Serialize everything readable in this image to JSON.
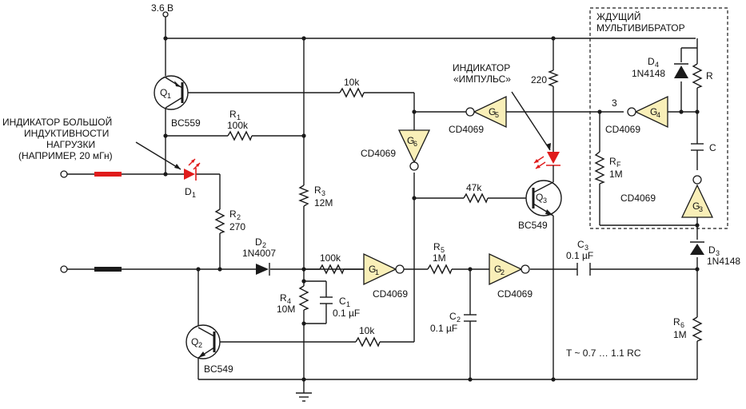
{
  "colors": {
    "wire": "#1a1a1a",
    "gate_fill": "#f9efb8",
    "led": "#e01b1b"
  },
  "supply": "3.6 В",
  "titles": {
    "monostable": [
      "ЖДУЩИЙ",
      "МУЛЬТИВИБРАТОР"
    ],
    "pulse_indicator": [
      "ИНДИКАТОР",
      "«ИМПУЛЬС»"
    ],
    "load_indicator": [
      "ИНДИКАТОР БОЛЬШОЙ",
      "ИНДУКТИВНОСТИ",
      "НАГРУЗКИ",
      "(НАПРИМЕР, 20 мГн)"
    ]
  },
  "formula": "T ~ 0.7 … 1.1 RC",
  "transistors": {
    "q1": {
      "ref": "Q",
      "sub": "1",
      "part": "BC559"
    },
    "q2": {
      "ref": "Q",
      "sub": "2",
      "part": "BC549"
    },
    "q3": {
      "ref": "Q",
      "sub": "3",
      "part": "BC549"
    }
  },
  "gates": {
    "g1": {
      "ref": "G",
      "sub": "1",
      "part": "CD4069"
    },
    "g2": {
      "ref": "G",
      "sub": "2",
      "part": "CD4069"
    },
    "g3": {
      "ref": "G",
      "sub": "3",
      "part": "CD4069"
    },
    "g4": {
      "ref": "G",
      "sub": "4",
      "part": "CD4069"
    },
    "g5": {
      "ref": "G",
      "sub": "5",
      "part": "CD4069"
    },
    "g6": {
      "ref": "G",
      "sub": "6",
      "part": "CD4069"
    }
  },
  "resistors": {
    "r1": {
      "ref": "R",
      "sub": "1",
      "value": "100k"
    },
    "r2": {
      "ref": "R",
      "sub": "2",
      "value": "270"
    },
    "r3": {
      "ref": "R",
      "sub": "3",
      "value": "12M"
    },
    "r4": {
      "ref": "R",
      "sub": "4",
      "value": "10M"
    },
    "r5": {
      "ref": "R",
      "sub": "5",
      "value": "1M"
    },
    "r6": {
      "ref": "R",
      "sub": "6",
      "value": "1M"
    },
    "rf": {
      "ref": "R",
      "sub": "F",
      "value": "1M"
    },
    "r": {
      "ref": "R"
    },
    "r_10k_q1": {
      "value": "10k"
    },
    "r_100k_g1": {
      "value": "100k"
    },
    "r_47k": {
      "value": "47k"
    },
    "r_220": {
      "value": "220"
    },
    "r_10k_q2": {
      "value": "10k"
    }
  },
  "capacitors": {
    "c1": {
      "ref": "C",
      "sub": "1",
      "value": "0.1 µF"
    },
    "c2": {
      "ref": "C",
      "sub": "2",
      "value": "0.1 µF"
    },
    "c3": {
      "ref": "C",
      "sub": "3",
      "value": "0.1 µF"
    },
    "c": {
      "ref": "C"
    }
  },
  "diodes": {
    "d1": {
      "ref": "D",
      "sub": "1"
    },
    "d2": {
      "ref": "D",
      "sub": "2",
      "part": "1N4007"
    },
    "d3": {
      "ref": "D",
      "sub": "3",
      "part": "1N4148"
    },
    "d4": {
      "ref": "D",
      "sub": "4",
      "part": "1N4148"
    }
  },
  "node_3": "3"
}
